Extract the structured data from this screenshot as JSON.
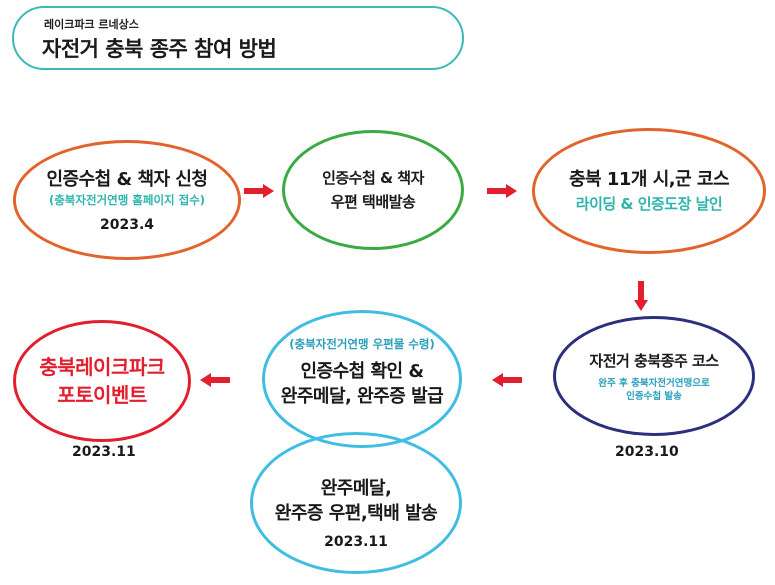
{
  "header": {
    "subtitle": "레이크파크 르네상스",
    "title": "자전거 충북 종주 참여 방법"
  },
  "steps": {
    "apply": {
      "line1": "인증수첩 & 책자 신청",
      "line2": "(충북자전거연맹 홈페이지 접수)",
      "date": "2023.4"
    },
    "ship": {
      "line1": "인증수첩 & 책자",
      "line2": "우편 택배발송"
    },
    "ride": {
      "line1": "충북 11개 시,군 코스",
      "line2": "라이딩 & 인증도장 날인"
    },
    "course": {
      "line1": "자전거 충북종주 코스",
      "line2": "완주 후 충북자전거연맹으로",
      "line3": "인증수첩 발송",
      "date": "2023.10"
    },
    "confirm": {
      "line1": "(충북자전거연맹 우편물 수령)",
      "line2": "인증수첩 확인 &",
      "line3": "완주메달, 완주증 발급"
    },
    "deliver": {
      "line1": "완주메달,",
      "line2": "완주증 우편,택배 발송",
      "date": "2023.11"
    },
    "event": {
      "line1": "충북레이크파크",
      "line2": "포토이벤트",
      "date": "2023.11"
    }
  },
  "colors": {
    "orange": "#e2642c",
    "green": "#3aaa45",
    "navy": "#2b2f7c",
    "cyan": "#3fbde2",
    "red": "#e11f2e",
    "teal": "#3cb9b4"
  }
}
